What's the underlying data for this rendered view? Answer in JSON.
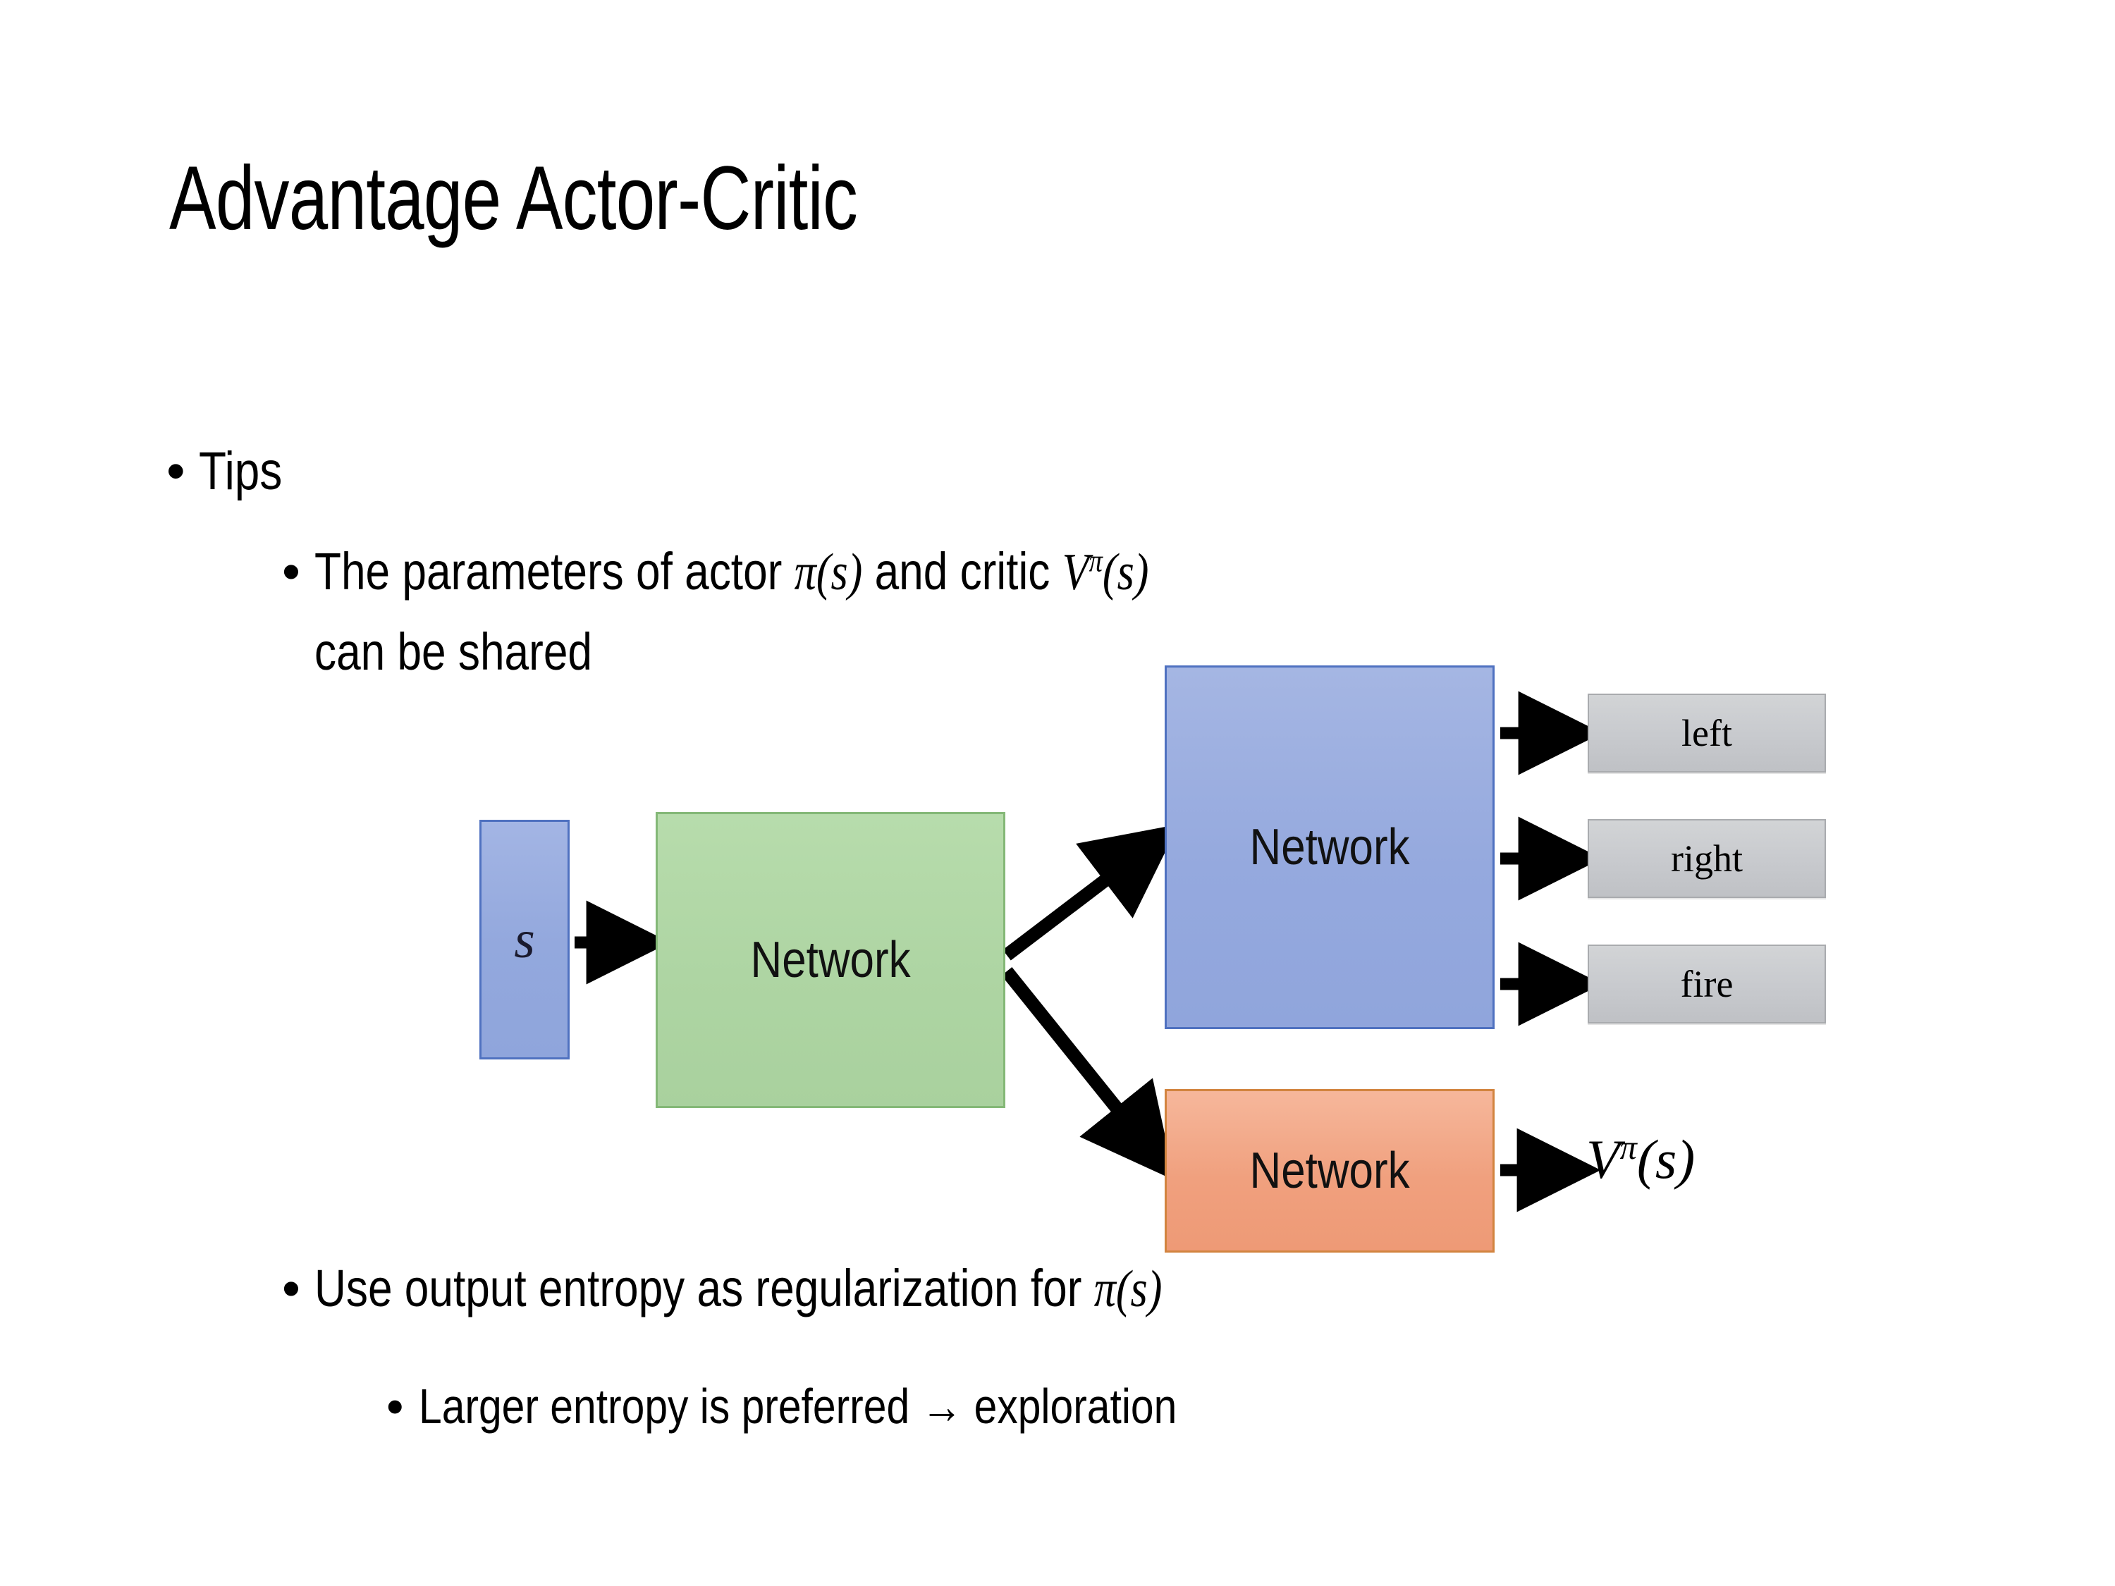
{
  "slide": {
    "title": "Advantage Actor-Critic",
    "background_color": "#ffffff",
    "text_color": "#000000"
  },
  "bullets": {
    "marker": "•",
    "level1": [
      {
        "text": "Tips"
      }
    ],
    "level2": [
      {
        "line1_pre": "The parameters of actor ",
        "math_actor": "π(s)",
        "line1_mid": "  and critic ",
        "math_critic_base": "V",
        "math_critic_sup": "π",
        "math_critic_arg": "(s)",
        "line2": "can be shared"
      },
      {
        "pre": "Use output entropy as regularization for ",
        "math": "π(s)"
      }
    ],
    "level3": [
      {
        "text": "Larger entropy is preferred → exploration"
      }
    ]
  },
  "diagram": {
    "input_node": {
      "label": "s",
      "fill": "#95a9de",
      "border": "#4f71c0"
    },
    "shared_network": {
      "label": "Network",
      "fill": "#aed5a3",
      "border": "#84b877"
    },
    "actor_network": {
      "label": "Network",
      "fill": "#95a9de",
      "border": "#4f71c0"
    },
    "critic_network": {
      "label": "Network",
      "fill": "#f0a07e",
      "border": "#d2843f"
    },
    "actions": [
      {
        "label": "left",
        "fill": "#c8cace",
        "border": "#a9abae"
      },
      {
        "label": "right",
        "fill": "#c8cace",
        "border": "#a9abae"
      },
      {
        "label": "fire",
        "fill": "#c8cace",
        "border": "#a9abae"
      }
    ],
    "critic_output": {
      "base": "V",
      "sup": "π",
      "arg": "(s)"
    },
    "arrow_color": "#000000"
  }
}
